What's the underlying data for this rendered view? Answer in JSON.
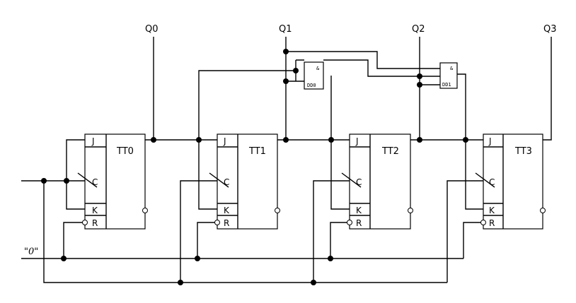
{
  "outputs": {
    "q0": "Q0",
    "q1": "Q1",
    "q2": "Q2",
    "q3": "Q3"
  },
  "inputs": {
    "zero": "\"0\""
  },
  "flipflops": [
    {
      "name": "TT0",
      "pins": {
        "j": "J",
        "c": "C",
        "k": "K",
        "r": "R"
      }
    },
    {
      "name": "TT1",
      "pins": {
        "j": "J",
        "c": "C",
        "k": "K",
        "r": "R"
      }
    },
    {
      "name": "TT2",
      "pins": {
        "j": "J",
        "c": "C",
        "k": "K",
        "r": "R"
      }
    },
    {
      "name": "TT3",
      "pins": {
        "j": "J",
        "c": "C",
        "k": "K",
        "r": "R"
      }
    }
  ],
  "gates": [
    {
      "name": "DD0",
      "symbol": "&"
    },
    {
      "name": "DD1",
      "symbol": "&"
    }
  ]
}
